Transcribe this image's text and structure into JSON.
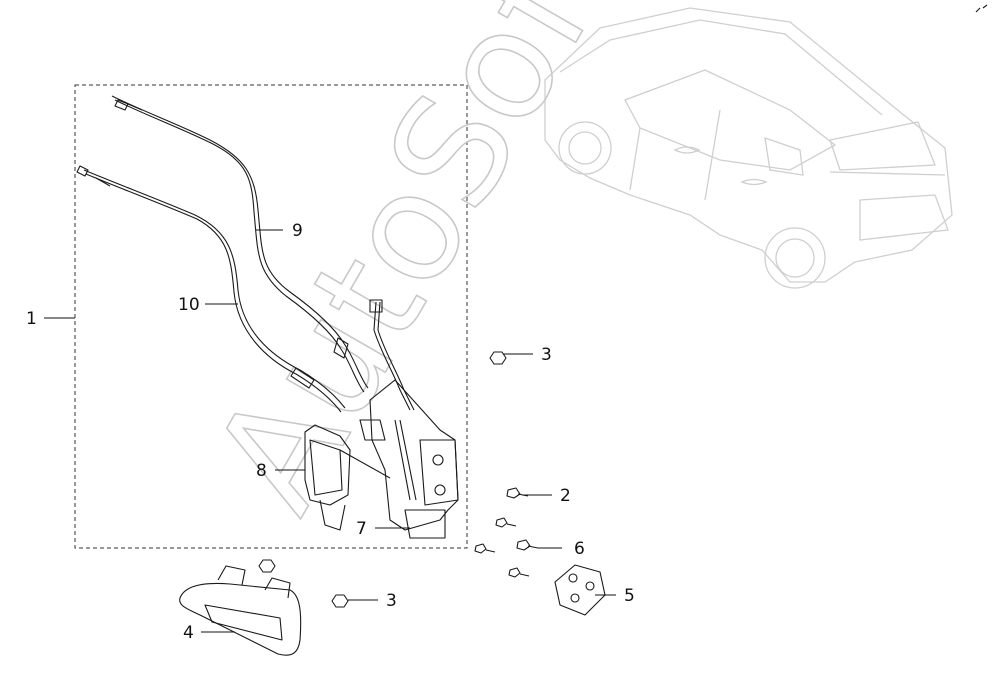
{
  "watermark": "AutoSoft",
  "callouts": [
    {
      "label": "1"
    },
    {
      "label": "2"
    },
    {
      "label": "3"
    },
    {
      "label": "3"
    },
    {
      "label": "4"
    },
    {
      "label": "5"
    },
    {
      "label": "6"
    },
    {
      "label": "7"
    },
    {
      "label": "8"
    },
    {
      "label": "9"
    },
    {
      "label": "10"
    }
  ]
}
